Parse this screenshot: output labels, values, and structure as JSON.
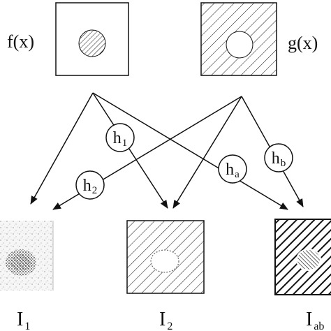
{
  "inputs": {
    "f": {
      "name": "f",
      "arg": "(x)"
    },
    "g": {
      "name": "g",
      "arg": "(x)"
    }
  },
  "operators": {
    "h1": {
      "base": "h",
      "sub": "1"
    },
    "h2": {
      "base": "h",
      "sub": "2"
    },
    "ha": {
      "base": "h",
      "sub": "a"
    },
    "hb": {
      "base": "h",
      "sub": "b"
    }
  },
  "outputs": {
    "i1": {
      "base": "I",
      "sub": "1"
    },
    "i2": {
      "base": "I",
      "sub": "2"
    },
    "iab": {
      "base": "I",
      "sub": "ab"
    }
  },
  "colors": {
    "ink": "#111111",
    "background": "#ffffff",
    "speckle": "#f2f2f2"
  }
}
